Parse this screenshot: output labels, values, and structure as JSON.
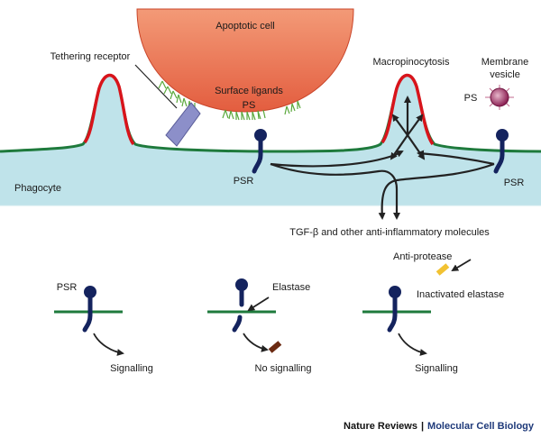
{
  "labels": {
    "apoptotic_cell": "Apoptotic cell",
    "tethering_receptor": "Tethering receptor",
    "surface_ligands": "Surface ligands",
    "ps_left": "PS",
    "macropinocytosis": "Macropinocytosis",
    "membrane_vesicle_line1": "Membrane",
    "membrane_vesicle_line2": "vesicle",
    "ps_right": "PS",
    "phagocyte": "Phagocyte",
    "psr_center": "PSR",
    "psr_right": "PSR",
    "tgf_line": "TGF-β and other anti-inflammatory molecules",
    "psr_panel1": "PSR",
    "signalling_panel1": "Signalling",
    "elastase": "Elastase",
    "no_signalling": "No signalling",
    "anti_protease": "Anti-protease",
    "inactivated_elastase": "Inactivated elastase",
    "signalling_panel3": "Signalling"
  },
  "credit": {
    "journal": "Nature Reviews",
    "separator": "|",
    "section": "Molecular Cell Biology"
  },
  "colors": {
    "cytoplasm": "#bfe3ea",
    "membrane": "#1e7a3c",
    "engulfing_rim": "#d8141b",
    "apoptotic_fill": "#ec7b57",
    "receptor": "#14235e",
    "ligand_spikes": "#5aa83c",
    "tether": "#8c8fc9",
    "vesicle": "#8b1e52",
    "elastase": "#6b2a12",
    "anti_protease": "#f2c232",
    "arrow": "#222222"
  }
}
